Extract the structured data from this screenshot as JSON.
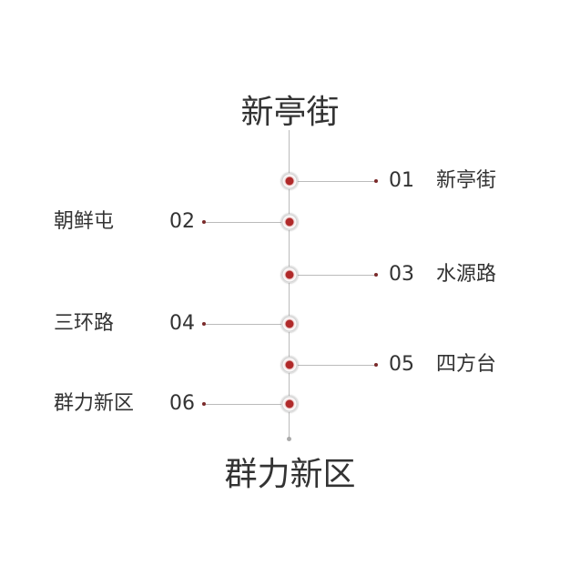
{
  "title_top": "新亭街",
  "title_bottom": "群力新区",
  "stations": [
    {
      "num": "01",
      "name": "新亭街",
      "side": "right"
    },
    {
      "num": "02",
      "name": "朝鲜屯",
      "side": "left"
    },
    {
      "num": "03",
      "name": "水源路",
      "side": "right"
    },
    {
      "num": "04",
      "name": "三环路",
      "side": "left"
    },
    {
      "num": "05",
      "name": "四方台",
      "side": "right"
    },
    {
      "num": "06",
      "name": "群力新区",
      "side": "left"
    }
  ],
  "colors": {
    "node": "#b02a2a",
    "line": "#bbbbbb"
  }
}
